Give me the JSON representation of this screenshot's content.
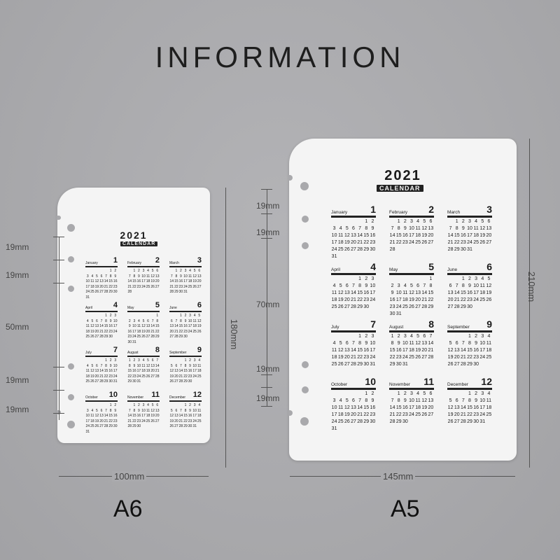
{
  "heading": "INFORMATION",
  "calendar": {
    "year": "2021",
    "subtitle": "CALENDAR",
    "months": [
      {
        "name": "January",
        "num": "1",
        "days": [
          [
            "",
            "",
            "",
            "",
            "",
            "1",
            "2"
          ],
          [
            "3",
            "4",
            "5",
            "6",
            "7",
            "8",
            "9"
          ],
          [
            "10",
            "11",
            "12",
            "13",
            "14",
            "15",
            "16"
          ],
          [
            "17",
            "18",
            "19",
            "20",
            "21",
            "22",
            "23"
          ],
          [
            "24",
            "25",
            "26",
            "27",
            "28",
            "29",
            "30"
          ],
          [
            "31",
            "",
            "",
            "",
            "",
            "",
            ""
          ]
        ]
      },
      {
        "name": "February",
        "num": "2",
        "days": [
          [
            "",
            "1",
            "2",
            "3",
            "4",
            "5",
            "6"
          ],
          [
            "7",
            "8",
            "9",
            "10",
            "11",
            "12",
            "13"
          ],
          [
            "14",
            "15",
            "16",
            "17",
            "18",
            "19",
            "20"
          ],
          [
            "21",
            "22",
            "23",
            "24",
            "25",
            "26",
            "27"
          ],
          [
            "28",
            "",
            "",
            "",
            "",
            "",
            ""
          ]
        ]
      },
      {
        "name": "March",
        "num": "3",
        "days": [
          [
            "",
            "1",
            "2",
            "3",
            "4",
            "5",
            "6"
          ],
          [
            "7",
            "8",
            "9",
            "10",
            "11",
            "12",
            "13"
          ],
          [
            "14",
            "15",
            "16",
            "17",
            "18",
            "19",
            "20"
          ],
          [
            "21",
            "22",
            "23",
            "24",
            "25",
            "26",
            "27"
          ],
          [
            "28",
            "29",
            "30",
            "31",
            "",
            "",
            ""
          ]
        ]
      },
      {
        "name": "April",
        "num": "4",
        "days": [
          [
            "",
            "",
            "",
            "",
            "1",
            "2",
            "3"
          ],
          [
            "4",
            "5",
            "6",
            "7",
            "8",
            "9",
            "10"
          ],
          [
            "11",
            "12",
            "13",
            "14",
            "15",
            "16",
            "17"
          ],
          [
            "18",
            "19",
            "20",
            "21",
            "22",
            "23",
            "24"
          ],
          [
            "25",
            "26",
            "27",
            "28",
            "29",
            "30",
            ""
          ]
        ]
      },
      {
        "name": "May",
        "num": "5",
        "days": [
          [
            "",
            "",
            "",
            "",
            "",
            "",
            "1"
          ],
          [
            "2",
            "3",
            "4",
            "5",
            "6",
            "7",
            "8"
          ],
          [
            "9",
            "10",
            "11",
            "12",
            "13",
            "14",
            "15"
          ],
          [
            "16",
            "17",
            "18",
            "19",
            "20",
            "21",
            "22"
          ],
          [
            "23",
            "24",
            "25",
            "26",
            "27",
            "28",
            "29"
          ],
          [
            "30",
            "31",
            "",
            "",
            "",
            "",
            ""
          ]
        ]
      },
      {
        "name": "June",
        "num": "6",
        "days": [
          [
            "",
            "",
            "1",
            "2",
            "3",
            "4",
            "5"
          ],
          [
            "6",
            "7",
            "8",
            "9",
            "10",
            "11",
            "12"
          ],
          [
            "13",
            "14",
            "15",
            "16",
            "17",
            "18",
            "19"
          ],
          [
            "20",
            "21",
            "22",
            "23",
            "24",
            "25",
            "26"
          ],
          [
            "27",
            "28",
            "29",
            "30",
            "",
            "",
            ""
          ]
        ]
      },
      {
        "name": "July",
        "num": "7",
        "days": [
          [
            "",
            "",
            "",
            "",
            "1",
            "2",
            "3"
          ],
          [
            "4",
            "5",
            "6",
            "7",
            "8",
            "9",
            "10"
          ],
          [
            "11",
            "12",
            "13",
            "14",
            "15",
            "16",
            "17"
          ],
          [
            "18",
            "19",
            "20",
            "21",
            "22",
            "23",
            "24"
          ],
          [
            "25",
            "26",
            "27",
            "28",
            "29",
            "30",
            "31"
          ]
        ]
      },
      {
        "name": "August",
        "num": "8",
        "days": [
          [
            "1",
            "2",
            "3",
            "4",
            "5",
            "6",
            "7"
          ],
          [
            "8",
            "9",
            "10",
            "11",
            "12",
            "13",
            "14"
          ],
          [
            "15",
            "16",
            "17",
            "18",
            "19",
            "20",
            "21"
          ],
          [
            "22",
            "23",
            "24",
            "25",
            "26",
            "27",
            "28"
          ],
          [
            "29",
            "30",
            "31",
            "",
            "",
            "",
            ""
          ]
        ]
      },
      {
        "name": "September",
        "num": "9",
        "days": [
          [
            "",
            "",
            "",
            "1",
            "2",
            "3",
            "4"
          ],
          [
            "5",
            "6",
            "7",
            "8",
            "9",
            "10",
            "11"
          ],
          [
            "12",
            "13",
            "14",
            "15",
            "16",
            "17",
            "18"
          ],
          [
            "19",
            "20",
            "21",
            "22",
            "23",
            "24",
            "25"
          ],
          [
            "26",
            "27",
            "28",
            "29",
            "30",
            "",
            ""
          ]
        ]
      },
      {
        "name": "October",
        "num": "10",
        "days": [
          [
            "",
            "",
            "",
            "",
            "",
            "1",
            "2"
          ],
          [
            "3",
            "4",
            "5",
            "6",
            "7",
            "8",
            "9"
          ],
          [
            "10",
            "11",
            "12",
            "13",
            "14",
            "15",
            "16"
          ],
          [
            "17",
            "18",
            "19",
            "20",
            "21",
            "22",
            "23"
          ],
          [
            "24",
            "25",
            "26",
            "27",
            "28",
            "29",
            "30"
          ],
          [
            "31",
            "",
            "",
            "",
            "",
            "",
            ""
          ]
        ]
      },
      {
        "name": "November",
        "num": "11",
        "days": [
          [
            "",
            "1",
            "2",
            "3",
            "4",
            "5",
            "6"
          ],
          [
            "7",
            "8",
            "9",
            "10",
            "11",
            "12",
            "13"
          ],
          [
            "14",
            "15",
            "16",
            "17",
            "18",
            "19",
            "20"
          ],
          [
            "21",
            "22",
            "23",
            "24",
            "25",
            "26",
            "27"
          ],
          [
            "28",
            "29",
            "30",
            "",
            "",
            "",
            ""
          ]
        ]
      },
      {
        "name": "December",
        "num": "12",
        "days": [
          [
            "",
            "",
            "",
            "1",
            "2",
            "3",
            "4"
          ],
          [
            "5",
            "6",
            "7",
            "8",
            "9",
            "10",
            "11"
          ],
          [
            "12",
            "13",
            "14",
            "15",
            "16",
            "17",
            "18"
          ],
          [
            "19",
            "20",
            "21",
            "22",
            "23",
            "24",
            "25"
          ],
          [
            "26",
            "27",
            "28",
            "29",
            "30",
            "31",
            ""
          ]
        ]
      }
    ]
  },
  "a6": {
    "label": "A6",
    "width": "100mm",
    "height": "180mm",
    "gaps": [
      "19mm",
      "19mm",
      "50mm",
      "19mm",
      "19mm"
    ]
  },
  "a5": {
    "label": "A5",
    "width": "145mm",
    "height": "210mm",
    "gaps": [
      "19mm",
      "19mm",
      "70mm",
      "19mm",
      "19mm"
    ]
  }
}
